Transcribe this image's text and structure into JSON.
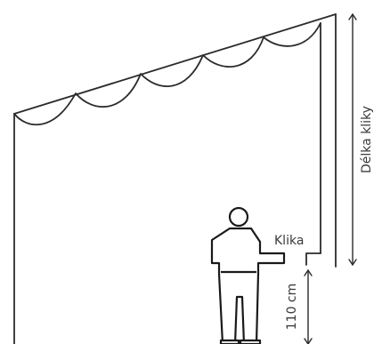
{
  "labels": {
    "handle": "Klika",
    "crank_length": "Délka kliky",
    "height": "110 cm"
  }
}
